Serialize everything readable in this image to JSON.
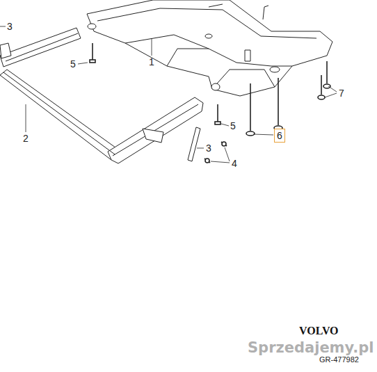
{
  "diagram": {
    "nodes": [
      {
        "text": [
          "6"
        ]
      }
    ],
    "labels": [
      "3",
      "5",
      "1",
      "2",
      "7",
      "5",
      "3",
      "4",
      "Sprzedajemy.pl",
      "VOLVO",
      "GR-477982"
    ]
  }
}
